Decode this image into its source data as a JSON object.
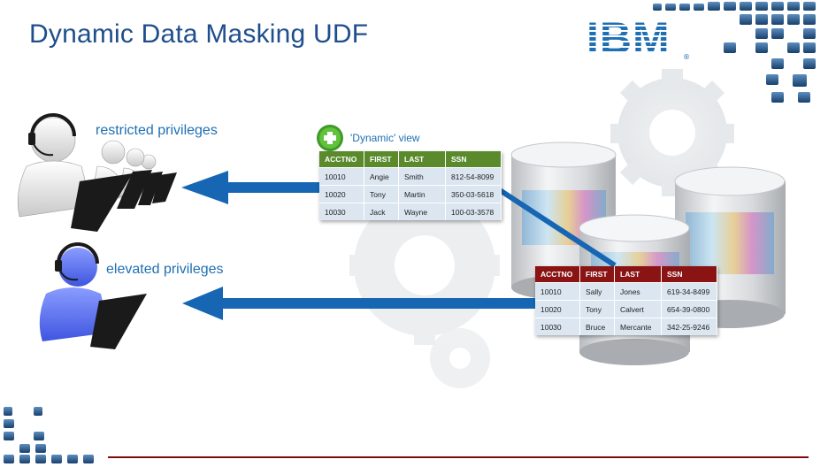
{
  "slide": {
    "title": "Dynamic Data Masking UDF",
    "logo": "IBM",
    "logo_mark": "®"
  },
  "users": {
    "restricted_label": "restricted privileges",
    "elevated_label": "elevated privileges",
    "restricted_icon": "call-center-agents-icon",
    "elevated_icon": "privileged-user-icon"
  },
  "dynamic_view": {
    "label": "'Dynamic' view",
    "icon": "plus-icon",
    "columns": [
      "ACCTNO",
      "FIRST",
      "LAST",
      "SSN"
    ],
    "rows": [
      [
        "10010",
        "Angie",
        "Smith",
        "812-54-8099"
      ],
      [
        "10020",
        "Tony",
        "Martin",
        "350-03-5618"
      ],
      [
        "10030",
        "Jack",
        "Wayne",
        "100-03-3578"
      ]
    ]
  },
  "base_table": {
    "columns": [
      "ACCTNO",
      "FIRST",
      "LAST",
      "SSN"
    ],
    "rows": [
      [
        "10010",
        "Sally",
        "Jones",
        "619-34-8499"
      ],
      [
        "10020",
        "Tony",
        "Calvert",
        "654-39-0800"
      ],
      [
        "10030",
        "Bruce",
        "Mercante",
        "342-25-9246"
      ]
    ]
  },
  "colors": {
    "title": "#1f4e8c",
    "label": "#1f6fb3",
    "arrow": "#1666b3",
    "view_header": "#5a8a2c",
    "table_header": "#8a1414",
    "footer_line": "#7a0c0c"
  }
}
